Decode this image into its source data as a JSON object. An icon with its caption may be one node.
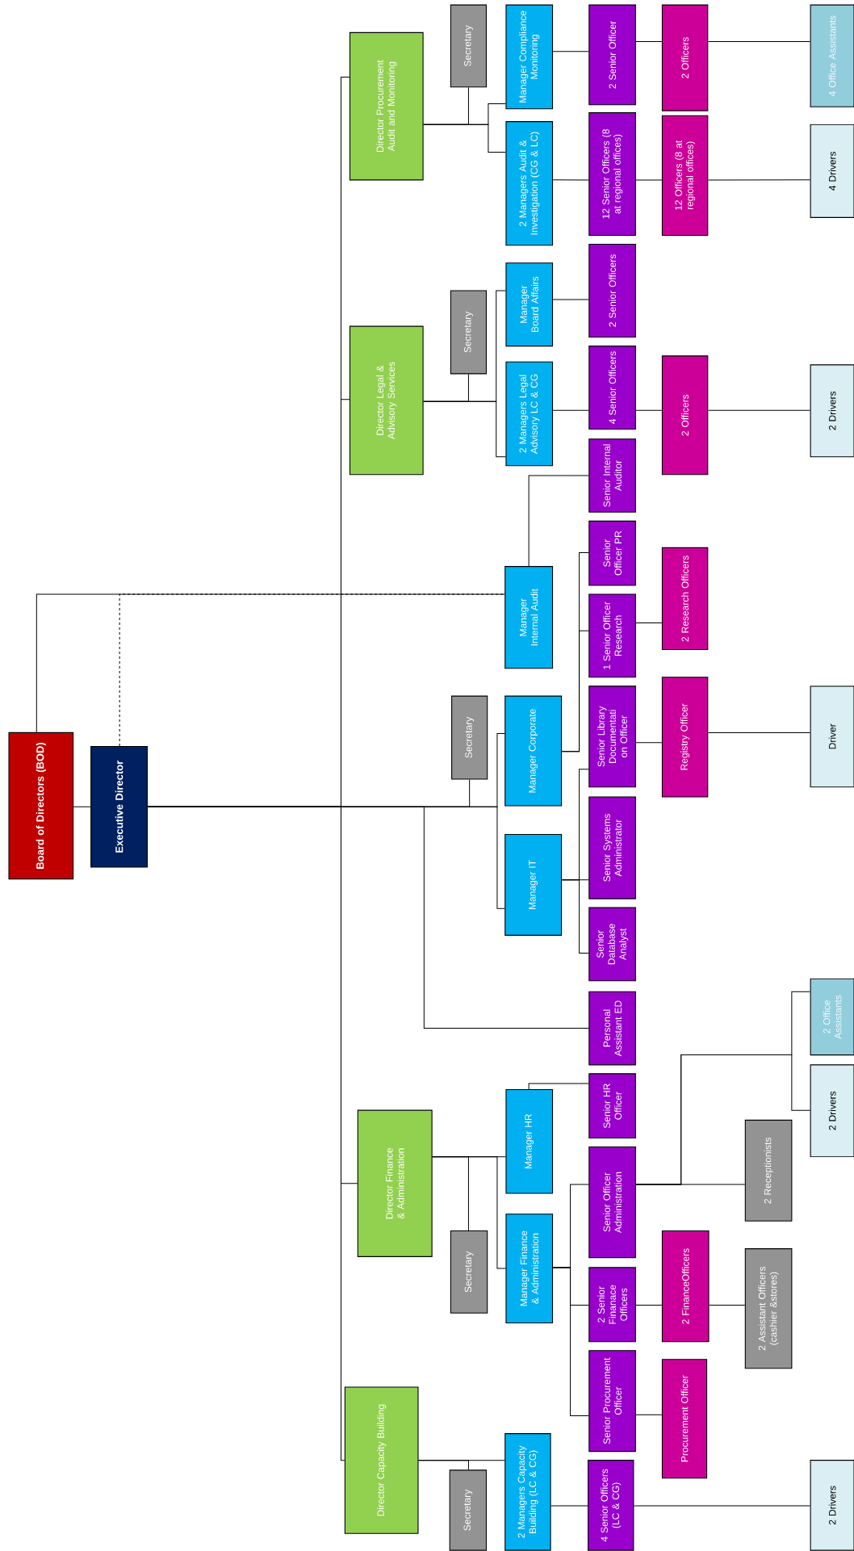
{
  "diagram": {
    "nodes": [
      {
        "text": [
          "Board of Directors (BOD)"
        ]
      },
      {
        "text": [
          "Executive Director"
        ]
      },
      {
        "text": [
          "Director Procurement Audit and Monitoring"
        ]
      },
      {
        "text": [
          "Director Legal & Advisory Services"
        ]
      },
      {
        "text": [
          "Director Finance & Administration"
        ]
      },
      {
        "text": [
          "Director Capacity Building"
        ]
      },
      {
        "text": [
          "Secretary"
        ]
      },
      {
        "text": [
          "Manager Compliance Monitoring"
        ]
      },
      {
        "text": [
          "2 Managers Audit & Investigation (CG & LC)"
        ]
      },
      {
        "text": [
          "2 Senior Officer"
        ]
      },
      {
        "text": [
          "12 Senior Officers (8 at regional offices)"
        ]
      },
      {
        "text": [
          "2 Officers"
        ]
      },
      {
        "text": [
          "12 Officers (8 at regional offices)"
        ]
      },
      {
        "text": [
          "4 Office Assistants"
        ]
      },
      {
        "text": [
          "4 Drivers"
        ]
      },
      {
        "text": [
          "Secretary"
        ]
      },
      {
        "text": [
          "Manager Board Affairs"
        ]
      },
      {
        "text": [
          "2 Managers Legal Advisory LC & CG"
        ]
      },
      {
        "text": [
          "2 Senior Officers"
        ]
      },
      {
        "text": [
          "4 Senior Officers"
        ]
      },
      {
        "text": [
          "2 Officers"
        ]
      },
      {
        "text": [
          "2 Drivers"
        ]
      },
      {
        "text": [
          "Senior Internal Auditor"
        ]
      },
      {
        "text": [
          "Manager Internal Audit"
        ]
      },
      {
        "text": [
          "Senior Officer PR"
        ]
      },
      {
        "text": [
          "1 Senior Officer Research"
        ]
      },
      {
        "text": [
          "2 Research Officers"
        ]
      },
      {
        "text": [
          "Senior Library Documentati on Officer"
        ]
      },
      {
        "text": [
          "Registry Officer"
        ]
      },
      {
        "text": [
          "Driver"
        ]
      },
      {
        "text": [
          "Secretary"
        ]
      },
      {
        "text": [
          "Manager Corporate"
        ]
      },
      {
        "text": [
          "Manager IT"
        ]
      },
      {
        "text": [
          "Senior Systems Administrator"
        ]
      },
      {
        "text": [
          "Senior Database Analyst"
        ]
      },
      {
        "text": [
          "Personal Assistant ED"
        ]
      },
      {
        "text": [
          "2 Office Assistants"
        ]
      },
      {
        "text": [
          "2 Drivers"
        ]
      },
      {
        "text": [
          "Senior HR Officer"
        ]
      },
      {
        "text": [
          "Manager HR"
        ]
      },
      {
        "text": [
          "Manager Finance & Administration"
        ]
      },
      {
        "text": [
          "Secretary"
        ]
      },
      {
        "text": [
          "Senior Officer Administration"
        ]
      },
      {
        "text": [
          "2 Receptionists"
        ]
      },
      {
        "text": [
          "2 Senior Finanace Officers"
        ]
      },
      {
        "text": [
          "2 FinanceOfficers"
        ]
      },
      {
        "text": [
          "2 Assistant Officers (cashier &stores)"
        ]
      },
      {
        "text": [
          "Senior Procurement Officer"
        ]
      },
      {
        "text": [
          "Procurement Officer"
        ]
      },
      {
        "text": [
          "2 Managers Capacity Building (LC & CG)"
        ]
      },
      {
        "text": [
          "Secretary"
        ]
      },
      {
        "text": [
          "4 Senior Officers (LC & CG)"
        ]
      },
      {
        "text": [
          "2 Drivers"
        ]
      }
    ],
    "edges": [
      {
        "from": 0,
        "to": 1,
        "arrow": "none"
      },
      {
        "from": 0,
        "to": 23,
        "arrow": "none"
      },
      {
        "from": 1,
        "to": 23,
        "arrow": "none",
        "style": "dashed"
      },
      {
        "from": 1,
        "to": 2,
        "arrow": "none"
      },
      {
        "from": 1,
        "to": 3,
        "arrow": "none"
      },
      {
        "from": 1,
        "to": 4,
        "arrow": "none"
      },
      {
        "from": 1,
        "to": 5,
        "arrow": "none"
      },
      {
        "from": 1,
        "to": 30,
        "arrow": "none"
      },
      {
        "from": 1,
        "to": 31,
        "arrow": "none"
      },
      {
        "from": 1,
        "to": 32,
        "arrow": "none"
      },
      {
        "from": 1,
        "to": 35,
        "arrow": "none"
      },
      {
        "from": 2,
        "to": 6,
        "arrow": "none"
      },
      {
        "from": 2,
        "to": 7,
        "arrow": "none"
      },
      {
        "from": 2,
        "to": 8,
        "arrow": "none"
      },
      {
        "from": 7,
        "to": 9,
        "arrow": "none"
      },
      {
        "from": 8,
        "to": 10,
        "arrow": "none"
      },
      {
        "from": 9,
        "to": 11,
        "arrow": "none"
      },
      {
        "from": 10,
        "to": 12,
        "arrow": "none"
      },
      {
        "from": 11,
        "to": 13,
        "arrow": "none"
      },
      {
        "from": 12,
        "to": 14,
        "arrow": "none"
      },
      {
        "from": 3,
        "to": 15,
        "arrow": "none"
      },
      {
        "from": 3,
        "to": 16,
        "arrow": "none"
      },
      {
        "from": 3,
        "to": 17,
        "arrow": "none"
      },
      {
        "from": 16,
        "to": 18,
        "arrow": "none"
      },
      {
        "from": 17,
        "to": 19,
        "arrow": "none"
      },
      {
        "from": 19,
        "to": 20,
        "arrow": "none"
      },
      {
        "from": 20,
        "to": 21,
        "arrow": "none"
      },
      {
        "from": 23,
        "to": 22,
        "arrow": "none"
      },
      {
        "from": 31,
        "to": 24,
        "arrow": "none"
      },
      {
        "from": 31,
        "to": 25,
        "arrow": "none"
      },
      {
        "from": 32,
        "to": 27,
        "arrow": "none"
      },
      {
        "from": 32,
        "to": 33,
        "arrow": "none"
      },
      {
        "from": 32,
        "to": 34,
        "arrow": "none"
      },
      {
        "from": 25,
        "to": 26,
        "arrow": "none"
      },
      {
        "from": 27,
        "to": 28,
        "arrow": "none"
      },
      {
        "from": 28,
        "to": 29,
        "arrow": "none"
      },
      {
        "from": 4,
        "to": 41,
        "arrow": "none"
      },
      {
        "from": 4,
        "to": 39,
        "arrow": "none"
      },
      {
        "from": 4,
        "to": 40,
        "arrow": "none"
      },
      {
        "from": 39,
        "to": 38,
        "arrow": "none"
      },
      {
        "from": 40,
        "to": 42,
        "arrow": "none"
      },
      {
        "from": 40,
        "to": 44,
        "arrow": "none"
      },
      {
        "from": 40,
        "to": 47,
        "arrow": "none"
      },
      {
        "from": 42,
        "to": 43,
        "arrow": "none"
      },
      {
        "from": 42,
        "to": 36,
        "arrow": "none"
      },
      {
        "from": 42,
        "to": 37,
        "arrow": "none"
      },
      {
        "from": 44,
        "to": 45,
        "arrow": "none"
      },
      {
        "from": 45,
        "to": 46,
        "arrow": "none"
      },
      {
        "from": 47,
        "to": 48,
        "arrow": "none"
      },
      {
        "from": 5,
        "to": 50,
        "arrow": "none"
      },
      {
        "from": 5,
        "to": 49,
        "arrow": "none"
      },
      {
        "from": 49,
        "to": 51,
        "arrow": "none"
      },
      {
        "from": 51,
        "to": 52,
        "arrow": "none"
      }
    ]
  }
}
